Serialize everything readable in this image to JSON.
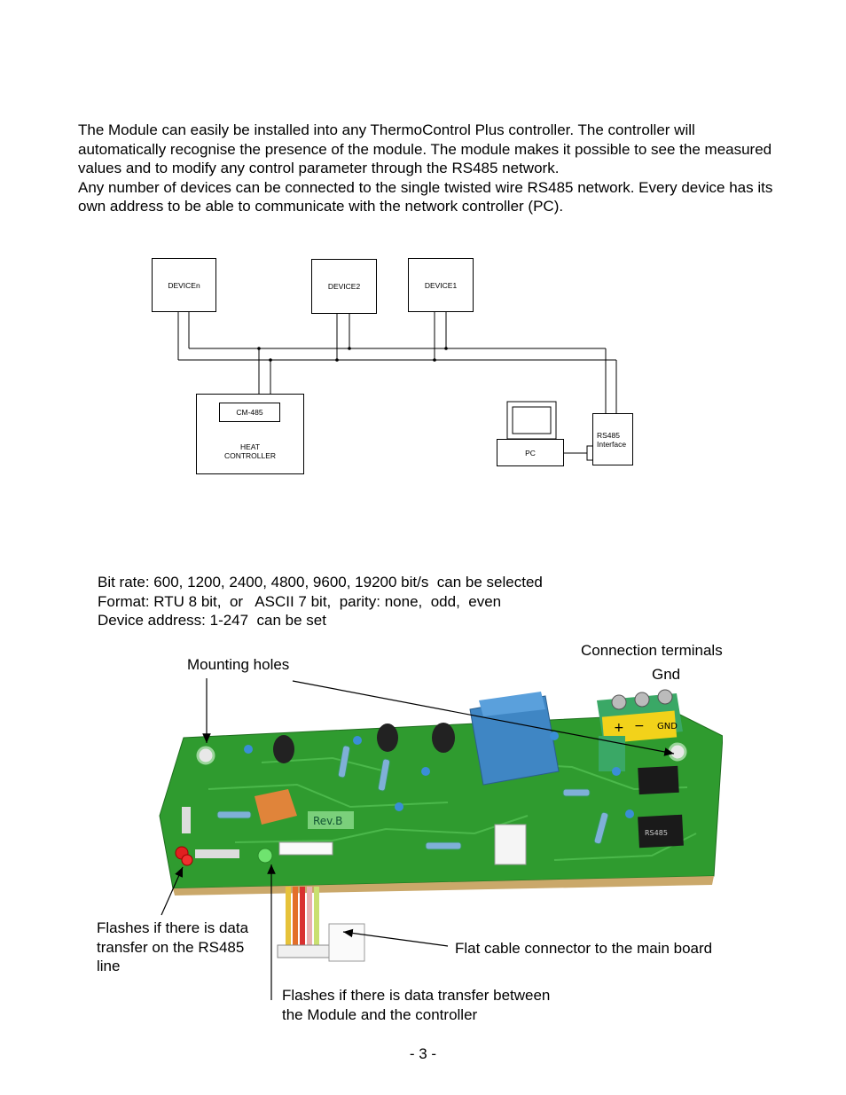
{
  "intro": {
    "paragraph1": "The Module can easily be installed  into any ThermoControl Plus controller. The controller will automatically recognise the presence of the module. The module makes it possible to see the measured values and to modify any control parameter through the RS485 network.",
    "paragraph2": "Any number of devices can be connected to the single twisted wire RS485 network. Every device has its own address to be able to communicate with the network controller (PC)."
  },
  "diagram": {
    "device_n": "DEVICEn",
    "device_2": "DEVICE2",
    "device_1": "DEVICE1",
    "cm485": "CM-485",
    "heat_line1": "HEAT",
    "heat_line2": "CONTROLLER",
    "pc": "PC",
    "rs485_line1": "RS485",
    "rs485_line2": "Interface"
  },
  "specs": {
    "bit_rate": "Bit rate: 600, 1200, 2400, 4800, 9600, 19200 bit/s  can be selected",
    "format": "Format: RTU 8 bit,  or   ASCII 7 bit,  parity: none,  odd,  even",
    "address": "Device address: 1-247  can be set"
  },
  "photo": {
    "board_label": "Rev.B",
    "terminal_plus": "+",
    "terminal_minus": "−",
    "terminal_gnd": "GND",
    "chip_label": "RS485"
  },
  "callouts": {
    "connection_terminals": "Connection terminals",
    "gnd": "Gnd",
    "mounting_holes": "Mounting holes",
    "rs485_led_1": "Flashes if there is data",
    "rs485_led_2": "transfer on the RS485",
    "rs485_led_3": "line",
    "flat_cable": "Flat cable connector to the main board",
    "controller_led_1": "Flashes if there is data transfer between",
    "controller_led_2": "the Module and the controller"
  },
  "page_number": "- 3 -"
}
